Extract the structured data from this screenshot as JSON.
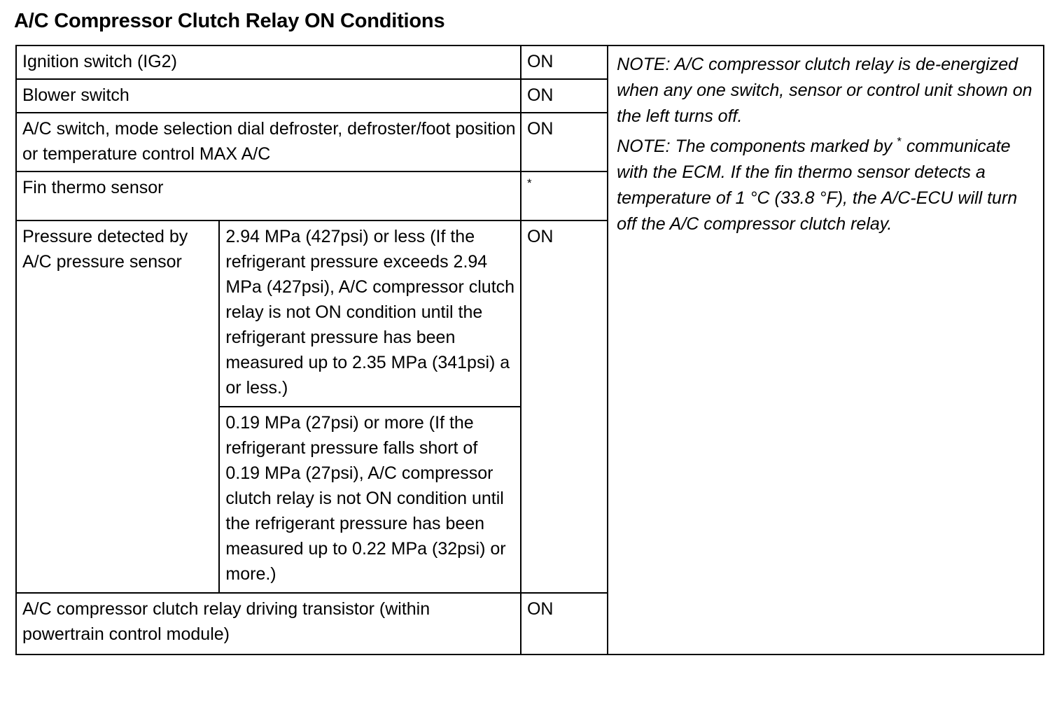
{
  "document": {
    "title": "A/C Compressor Clutch Relay ON Conditions"
  },
  "table": {
    "rows": [
      {
        "label": "Ignition switch (IG2)",
        "detail": "",
        "state": "ON"
      },
      {
        "label": "Blower switch",
        "detail": "",
        "state": "ON"
      },
      {
        "label": "A/C switch, mode selection dial defroster, defroster/foot position or temperature control MAX A/C",
        "detail": "",
        "state": "ON"
      },
      {
        "label": "Fin thermo sensor",
        "detail": "",
        "state": "*"
      },
      {
        "label": "Pressure detected by A/C pressure sensor",
        "detail_1": "2.94 MPa (427psi) or less (If the refrigerant pressure exceeds 2.94 MPa (427psi), A/C compressor clutch relay is not ON condition until the refrigerant pressure has been measured up to 2.35 MPa (341psi) a or less.)",
        "detail_2": "0.19 MPa (27psi) or more (If the refrigerant pressure falls short of 0.19 MPa (27psi), A/C compressor clutch relay is not ON condition until the refrigerant pressure has been measured up to 0.22 MPa (32psi) or more.)",
        "state": "ON"
      },
      {
        "label": "A/C compressor clutch relay driving transistor (within powertrain control module)",
        "detail": "",
        "state": "ON"
      }
    ]
  },
  "notes": {
    "note_1_prefix": "NOTE: A/C compressor clutch relay is de-energized when any one switch, sensor or control unit shown on the left turns off.",
    "note_2_part_a": "NOTE:  The components marked by ",
    "note_2_part_b": "communicate with the ECM. If the fin thermo sensor detects a temperature of 1 °C (33.8 °F), the A/C-ECU will turn off the A/C compressor clutch relay.",
    "note_2_marker": "*"
  }
}
